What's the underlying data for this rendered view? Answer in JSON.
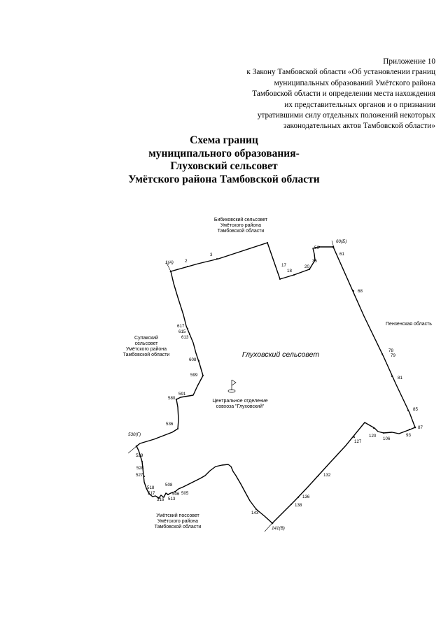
{
  "appendix": {
    "lines": [
      "Приложение 10",
      "к Закону Тамбовской области «Об установлении границ",
      "муниципальных образований Умётского района",
      "Тамбовской области и определении места нахождения",
      "их представительных органов и о признании",
      "утратившими силу отдельных положений некоторых",
      "законодательных актов Тамбовской области»"
    ]
  },
  "title": {
    "lines": [
      "Схема границ",
      "муниципального образования-",
      "Глуховский сельсовет",
      "Умётского района Тамбовской области"
    ]
  },
  "map": {
    "main_label": "Глуховский сельсовет",
    "center": {
      "icon": "flag-icon",
      "lines": [
        "Центральное отделение",
        "совхоза \"Глуховский\""
      ]
    },
    "neighbors": {
      "north": [
        "Бибиковский сельсовет",
        "Умётского района",
        "Тамбовской области"
      ],
      "west": [
        "Сулакский",
        "сельсовет",
        "Умётского района",
        "Тамбовской области"
      ],
      "east": [
        "Пензенская область"
      ],
      "south": [
        "Умётский поссовет",
        "Умётского района",
        "Тамбовской области"
      ]
    },
    "corner_markers": {
      "a": "1(А)",
      "b": "60(Б)",
      "v": "141(В)",
      "g": "530(Г)"
    },
    "point_labels": {
      "p2": "2",
      "p3": "3",
      "p17": "17",
      "p18": "18",
      "p20": "20",
      "p35": "35",
      "p50": "50",
      "p61": "61",
      "p68": "68",
      "p78": "78",
      "p79": "79",
      "p81": "81",
      "p85": "85",
      "p87": "87",
      "p93": "93",
      "p106": "106",
      "p120": "120",
      "p127": "127",
      "p132": "132",
      "p136": "136",
      "p138": "138",
      "p143": "143",
      "p505": "505",
      "p506": "506",
      "p508": "508",
      "p513": "513",
      "p516": "516",
      "p517": "517",
      "p518": "518",
      "p527": "527",
      "p528": "528",
      "p529": "529",
      "p536": "536",
      "p580": "580",
      "p591": "591",
      "p599": "599",
      "p608": "608",
      "p613": "613",
      "p615": "615",
      "p617": "617"
    }
  }
}
